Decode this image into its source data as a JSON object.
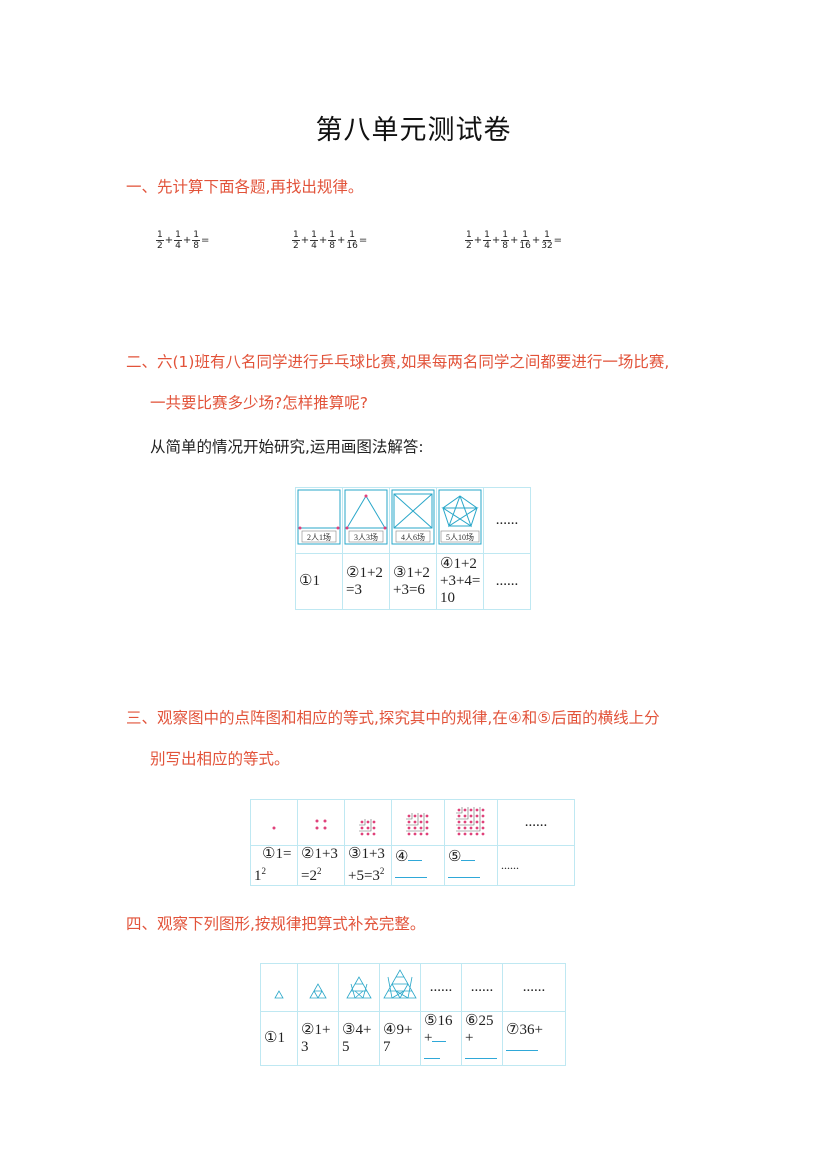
{
  "title": "第八单元测试卷",
  "q1": {
    "text": "一、先计算下面各题,再找出规律。",
    "expr1": [
      [
        "1",
        "2"
      ],
      [
        "1",
        "4"
      ],
      [
        "1",
        "8"
      ]
    ],
    "expr2": [
      [
        "1",
        "2"
      ],
      [
        "1",
        "4"
      ],
      [
        "1",
        "8"
      ],
      [
        "1",
        "16"
      ]
    ],
    "expr3": [
      [
        "1",
        "2"
      ],
      [
        "1",
        "4"
      ],
      [
        "1",
        "8"
      ],
      [
        "1",
        "16"
      ],
      [
        "1",
        "32"
      ]
    ],
    "plus": "+",
    "equals": "="
  },
  "q2": {
    "line1": "二、六(1)班有八名同学进行乒乓球比赛,如果每两名同学之间都要进行一场比赛,",
    "line2": "一共要比赛多少场?怎样推算呢?",
    "line3": "从简单的情况开始研究,运用画图法解答:",
    "labels": [
      "2人1场",
      "3人3场",
      "4人6场",
      "5人10场"
    ],
    "row2": [
      [
        "①1"
      ],
      [
        "②1+2",
        "=3"
      ],
      [
        "③1+2",
        "+3=6"
      ],
      [
        "④1+2",
        "+3+4=",
        "10"
      ]
    ],
    "ellipsis": "......"
  },
  "q3": {
    "line1": "三、观察图中的点阵图和相应的等式,探究其中的规律,在④和⑤后面的横线上分",
    "line2": "别写出相应的等式。",
    "c1a": "①1=",
    "c1b": "1",
    "c1sup": "2",
    "c2a": "②1+3",
    "c2b": "=2",
    "c2sup": "2",
    "c3a": "③1+3",
    "c3b": "+5=3",
    "c3sup": "2",
    "c4": "④",
    "c5": "⑤",
    "ellipsis": "......"
  },
  "q4": {
    "line1": "四、观察下列图形,按规律把算式补充完整。",
    "c1": "①1",
    "c2a": "②1+",
    "c2b": "3",
    "c3a": "③4+",
    "c3b": "5",
    "c4a": "④9+",
    "c4b": "7",
    "c5a": "⑤16",
    "c5b": "+",
    "c6a": "⑥25",
    "c6b": "+",
    "c7a": "⑦36+",
    "ellipsis": "......"
  },
  "colors": {
    "question": "#e2533a",
    "grid": "#bfe8f2",
    "figure": "#2aa7c9",
    "dot": "#e0417a"
  }
}
